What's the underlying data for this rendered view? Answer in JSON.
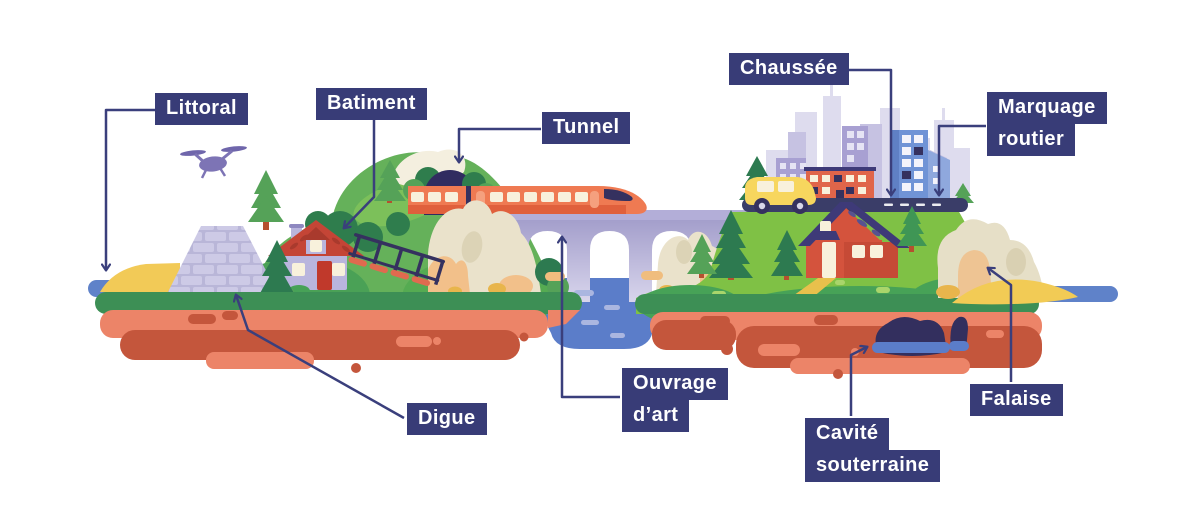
{
  "labels": {
    "littoral": "Littoral",
    "batiment": "Batiment",
    "tunnel": "Tunnel",
    "chaussee": "Chaussée",
    "marquage_routier": {
      "line1": "Marquage",
      "line2": "routier"
    },
    "digue": "Digue",
    "ouvrage_dart": {
      "line1": "Ouvrage",
      "line2": "d’art"
    },
    "cavite_souterraine": {
      "line1": "Cavité",
      "line2": "souterraine"
    },
    "falaise": "Falaise"
  },
  "colors": {
    "label_background": "#383c77",
    "label_text": "#ffffff",
    "connector_line": "#3a3f7c",
    "sea_water": "#5f82c9",
    "river_water": "#5b7dc9",
    "sand": "#f2ca57",
    "grass_strip": "#3d8f55",
    "grass_light": "#7fc145",
    "earth": "#ec8468",
    "earth_dark": "#c4563c",
    "hill_green": "#65b15a",
    "rock_cream": "#eae2cb",
    "rock_peach": "#f2c08a",
    "bridge_lavender": "#b3aed8",
    "train_orange": "#ef7a52",
    "navy_dark": "#35315f",
    "house_left_wall": "#b9b5dd",
    "house_left_roof": "#c44536",
    "house_right_wall": "#d4533d",
    "house_right_roof": "#3e3a78",
    "city_silhouette": "#dedcee",
    "city_purple": "#a8a0d2",
    "city_blue": "#7093d6",
    "city_red": "#e0654a",
    "car_yellow": "#f7d65e",
    "drone_purple": "#7d74b5",
    "dike_stone": "#b9b6d8"
  },
  "illustration_elements": [
    "drone-icon",
    "sea-littoral",
    "dike",
    "house-batiment",
    "hill",
    "tunnel-entrance",
    "train",
    "viaduct-ouvrage-dart",
    "river",
    "rocks",
    "city-skyline",
    "road-chaussee",
    "road-marking",
    "car",
    "house",
    "cliff-falaise",
    "beach-sand",
    "underground-cavity",
    "terrain-cross-section"
  ]
}
